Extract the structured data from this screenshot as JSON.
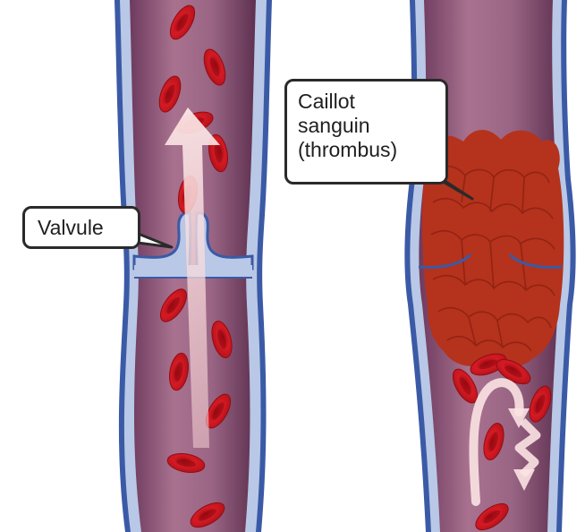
{
  "labels": {
    "valve": "Valvule",
    "clot_line1": "Caillot",
    "clot_line2": "sanguin",
    "clot_line3": "(thrombus)"
  },
  "colors": {
    "vein_outer": "#3b5aa6",
    "vein_wall": "#a9bde0",
    "vein_inner": "#8a4f74",
    "blood_cell": "#c8141c",
    "clot": "#b5321c",
    "flow_arrow": "#f8d6d6"
  }
}
